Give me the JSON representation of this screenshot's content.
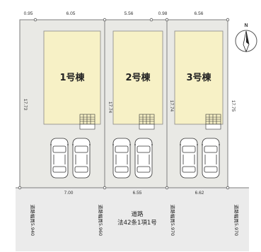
{
  "top_widths": [
    "0.95",
    "6.05",
    "5.56",
    "0.98",
    "6.56"
  ],
  "depths": [
    "17.73",
    "17.74",
    "17.74",
    "17.75"
  ],
  "buildings": [
    "1号棟",
    "2号棟",
    "3号棟"
  ],
  "frontages": [
    "7.00",
    "6.55",
    "6.62"
  ],
  "road_widths": [
    "道路幅員5.940",
    "道路幅員5.960",
    "道路幅員5.970",
    "道路幅員5.970"
  ],
  "road": {
    "name": "道路",
    "designation": "法42条1項1号"
  },
  "compass": {
    "label": "N"
  },
  "colors": {
    "lot": "#e9e9e5",
    "building": "#f7f1c6",
    "road": "#ebebeb",
    "line": "#7e7e7e",
    "background": "#ffffff"
  }
}
